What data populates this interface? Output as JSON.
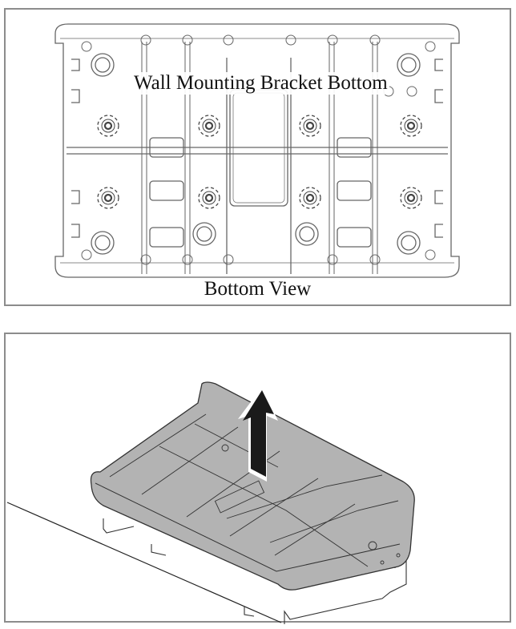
{
  "figures": [
    {
      "id": "bottom-view",
      "overlay_label": "Wall Mounting Bracket Bottom",
      "caption": "Bottom View"
    },
    {
      "id": "removal-step",
      "description": "Bracket bottom lifted upward off the edge",
      "arrow_direction": "up"
    }
  ],
  "colors": {
    "frame_border": "#8c8c8c",
    "line_art": "#555555",
    "bracket_fill": "#b3b3b3",
    "arrow_fill": "#1a1a1a"
  }
}
